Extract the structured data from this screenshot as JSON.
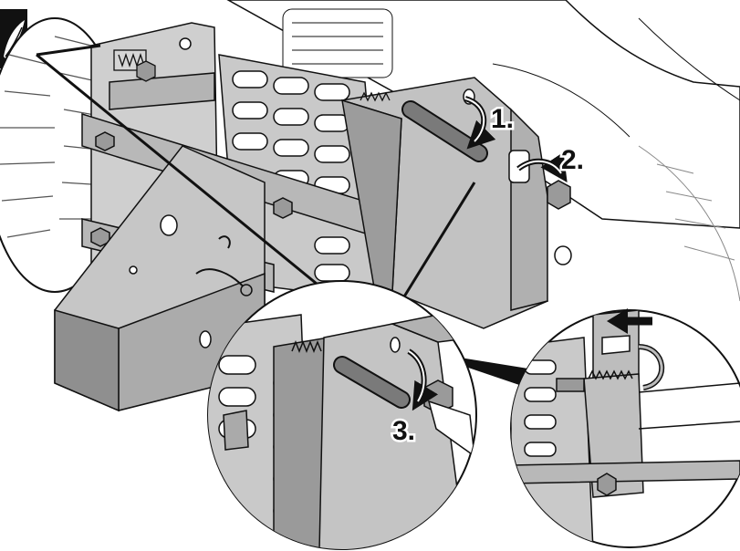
{
  "steps": [
    {
      "number": "1."
    },
    {
      "number": "2."
    },
    {
      "number": "3."
    }
  ],
  "colors": {
    "line": "#111111",
    "plate_light": "#c8c8c8",
    "plate_mid": "#a9a9a9",
    "plate_dark": "#8a8a8a",
    "background": "#ffffff",
    "logo_bg": "#111111"
  },
  "icons": [
    "brand-leaf-logo",
    "curved-arrow",
    "push-arrow",
    "bolt",
    "tension-spring"
  ]
}
